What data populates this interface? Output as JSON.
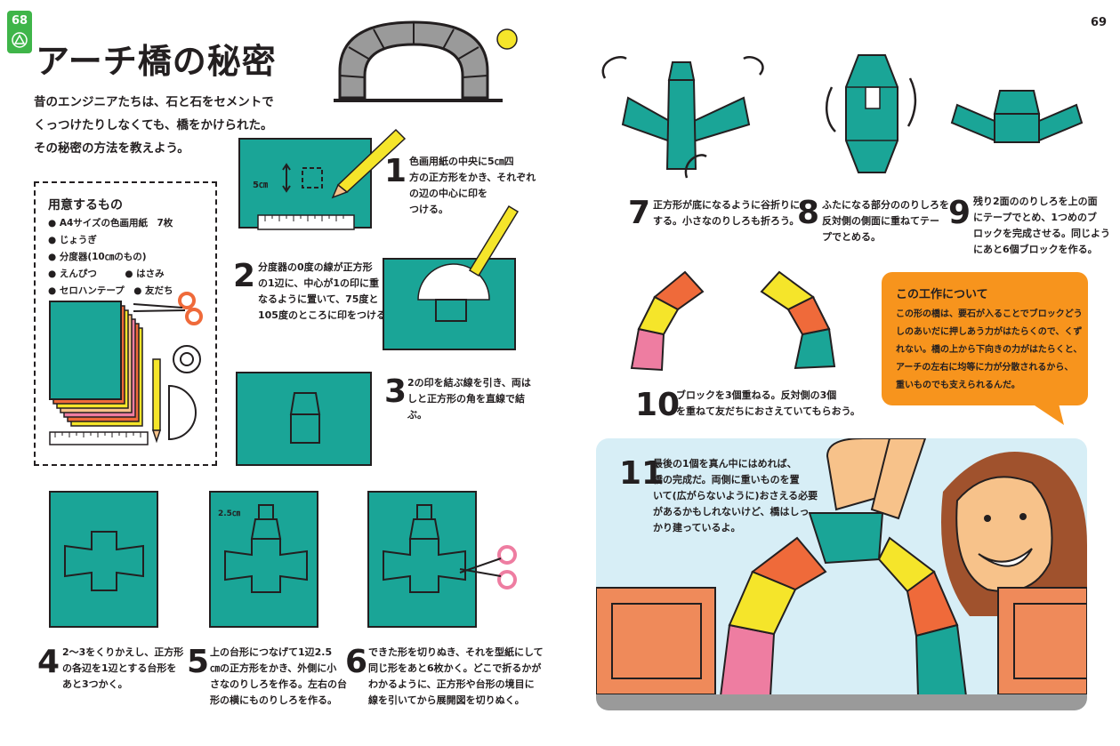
{
  "left_page": {
    "page_number": "68",
    "title": "アーチ橋の秘密",
    "intro": "昔のエンジニアたちは、石と石をセメントで\nくっつけたりしなくても、橋をかけられた。\nその秘密の方法を教えよう。",
    "materials": {
      "heading": "用意するもの",
      "items": [
        "A4サイズの色画用紙　7枚",
        "じょうぎ",
        "分度器(10㎝のもの)",
        "えんぴつ",
        "はさみ",
        "セロハンテープ",
        "友だち"
      ]
    },
    "steps": [
      {
        "number": "1",
        "text": "色画用紙の中央に5㎝四\n方の正方形をかき、それぞれ\nの辺の中心に印を\nつける。"
      },
      {
        "number": "2",
        "text": "分度器の0度の線が正方形\nの1辺に、中心が1の印に重\nなるように置いて、75度と\n105度のところに印をつける。"
      },
      {
        "number": "3",
        "text": "2の印を結ぶ線を引き、両は\nしと正方形の角を直線で結\nぶ。"
      },
      {
        "number": "4",
        "text": "2〜3をくりかえし、正方形\nの各辺を1辺とする台形を\nあと3つかく。"
      },
      {
        "number": "5",
        "text": "上の台形につなげて1辺2.5\n㎝の正方形をかき、外側に小\nさなのりしろを作る。左右の台\n形の横にものりしろを作る。"
      },
      {
        "number": "6",
        "text": "できた形を切りぬき、それを型紙にして\n同じ形をあと6枚かく。どこで折るかが\nわかるように、正方形や台形の境目に\n線を引いてから展開図を切りぬく。"
      }
    ],
    "labels": {
      "five_cm": "5㎝",
      "two_five_cm": "2.5㎝"
    }
  },
  "right_page": {
    "page_number": "69",
    "steps": [
      {
        "number": "7",
        "text": "正方形が底になるように谷折りに\nする。小さなのりしろも折ろう。"
      },
      {
        "number": "8",
        "text": "ふたになる部分ののりしろを\n反対側の側面に重ねてテー\nプでとめる。"
      },
      {
        "number": "9",
        "text": "残り2面ののりしろを上の面\nにテープでとめ、1つめのブ\nロックを完成させる。同じよう\nにあと6個ブロックを作る。"
      },
      {
        "number": "10",
        "text": "ブロックを3個重ねる。反対側の3個\nを重ねて友だちにおさえていてもらおう。"
      },
      {
        "number": "11",
        "text": "最後の1個を真ん中にはめれば、\n橋の完成だ。両側に重いものを置\nいて(広がらないように)おさえる必要\nがあるかもしれないけど、橋はしっ\nかり建っているよ。"
      }
    ],
    "about": {
      "heading": "この工作について",
      "body": "この形の橋は、要石が入ることでブロックどう\nしのあいだに押しあう力がはたらくので、くず\nれない。橋の上から下向きの力がはたらくと、\nアーチの左右に均等に力が分散されるから、\n重いものでも支えられるんだ。"
    }
  },
  "colors": {
    "teal": "#1aa597",
    "orange": "#f7941d",
    "green_tab": "#3fb549",
    "yellow": "#f5e52a",
    "red_orange": "#ef6a3a",
    "pink": "#ee7da1",
    "gray": "#9a9a9a",
    "sky": "#d7eef6"
  }
}
